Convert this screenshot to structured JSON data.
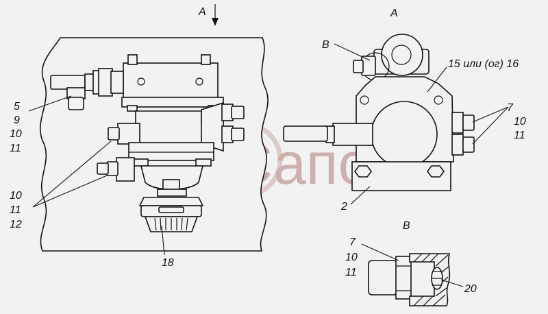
{
  "views": {
    "main": {
      "arrow_label": "A"
    },
    "view_a": {
      "title": "A"
    },
    "view_b": {
      "title": "B"
    }
  },
  "callouts": {
    "l_5": "5",
    "l_9": "9",
    "l_10a": "10",
    "l_11a": "11",
    "l_10b": "10",
    "l_11b": "11",
    "l_12": "12",
    "l_18": "18",
    "l_b_marker": "B",
    "l_15_16": "15 или (ог) 16",
    "l_7a": "7",
    "l_10c": "10",
    "l_11c": "11",
    "l_2": "2",
    "l_7b": "7",
    "l_10d": "10",
    "l_11d": "11",
    "l_20": "20"
  },
  "watermark": {
    "text": "Сапсан"
  },
  "colors": {
    "ink": "#111111",
    "background": "#f2f2f2",
    "watermark": "#c7a5a0"
  }
}
